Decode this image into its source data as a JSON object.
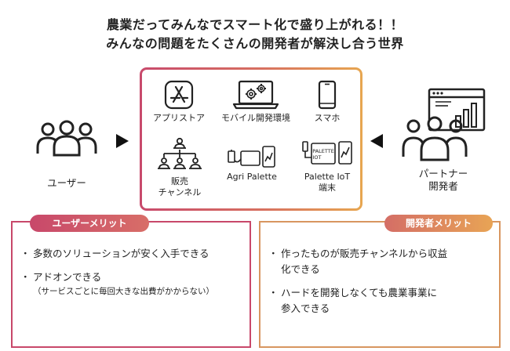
{
  "title": {
    "line1": "農業だってみんなでスマート化で盛り上がれる！！",
    "line2": "みんなの問題をたくさんの開発者が解決し合う世界"
  },
  "left_actor": {
    "label": "ユーザー"
  },
  "right_actor": {
    "label_line1": "パートナー",
    "label_line2": "開発者"
  },
  "platform": {
    "items": [
      {
        "label": "アプリストア",
        "icon": "app-store-icon"
      },
      {
        "label": "モバイル開発環境",
        "icon": "laptop-gears-icon"
      },
      {
        "label": "スマホ",
        "icon": "smartphone-icon"
      },
      {
        "label_line1": "販売",
        "label_line2": "チャンネル",
        "icon": "sales-channel-icon"
      },
      {
        "label": "Agri Palette",
        "icon": "agri-palette-device-icon"
      },
      {
        "label_line1": "Palette IoT",
        "label_line2": "端末",
        "icon": "palette-iot-device-icon",
        "device_text_line1": "PALETTE",
        "device_text_line2": "IOT"
      }
    ]
  },
  "user_merit": {
    "header": "ユーザーメリット",
    "items": [
      {
        "text": "多数のソリューションが安く入手できる"
      },
      {
        "text": "アドオンできる",
        "note": "（サービスごとに毎回大きな出費がかからない）"
      }
    ]
  },
  "dev_merit": {
    "header": "開発者メリット",
    "items": [
      {
        "line1": "作ったものが販売チャンネルから収益",
        "line2": "化できる"
      },
      {
        "line1": "ハードを開発しなくても農業事業に",
        "line2": "参入できる"
      }
    ]
  },
  "colors": {
    "accent_start": "#c84a6c",
    "accent_end": "#e7a650"
  }
}
